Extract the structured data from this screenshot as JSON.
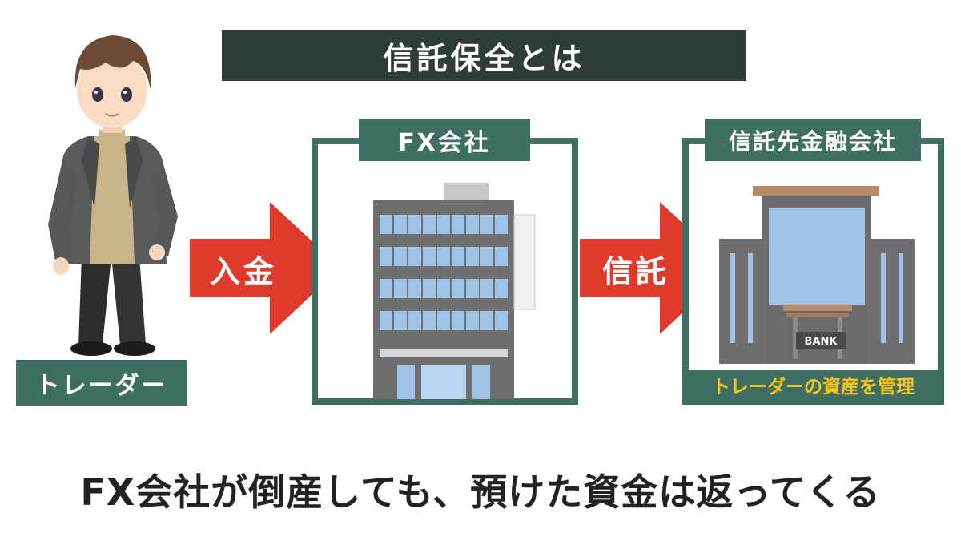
{
  "title": "信託保全とは",
  "trader": {
    "label": "トレーダー"
  },
  "fx_company": {
    "label": "FX会社"
  },
  "trust_bank": {
    "label": "信託先金融会社",
    "sign": "BANK",
    "note": "トレーダーの資産を管理"
  },
  "arrows": {
    "deposit": "入金",
    "trust": "信託"
  },
  "caption": "FX会社が倒産しても、預けた資金は返ってくる",
  "colors": {
    "dark": "#2f3d3a",
    "green": "#3f6e62",
    "arrow_red": "#e03a2c",
    "note_yellow": "#f5c518"
  }
}
